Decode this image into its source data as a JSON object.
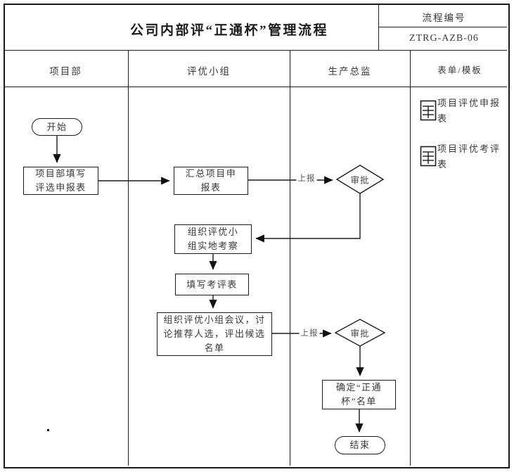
{
  "header": {
    "title": "公司内部评“正通杯”管理流程",
    "code_label": "流程编号",
    "code_value": "ZTRG-AZB-06"
  },
  "lanes": {
    "lane1": "项目部",
    "lane2": "评优小组",
    "lane3": "生产总监",
    "lane4": "表单/模板"
  },
  "flow": {
    "start": "开始",
    "fill_application": "项目部填写\n评选申报表",
    "summarize_applications": "汇总项目申\n报表",
    "report_label_1": "上报",
    "approve_1": "审批",
    "field_inspection": "组织评优小\n组实地考察",
    "fill_assessment": "填写考评表",
    "team_meeting": "组织评优小组会议，讨\n论推荐人选，评出候选\n名单",
    "report_label_2": "上报",
    "approve_2": "审批",
    "confirm_winners": "确定“正通\n杯”名单",
    "end": "结束"
  },
  "forms_panel": {
    "icon": "form-table-icon",
    "items": [
      {
        "label": "项目评优申报表"
      },
      {
        "label": "项目评优考评表"
      }
    ]
  },
  "colors": {
    "line": "#1a1a1a",
    "text": "#333333",
    "background": "#ffffff"
  }
}
